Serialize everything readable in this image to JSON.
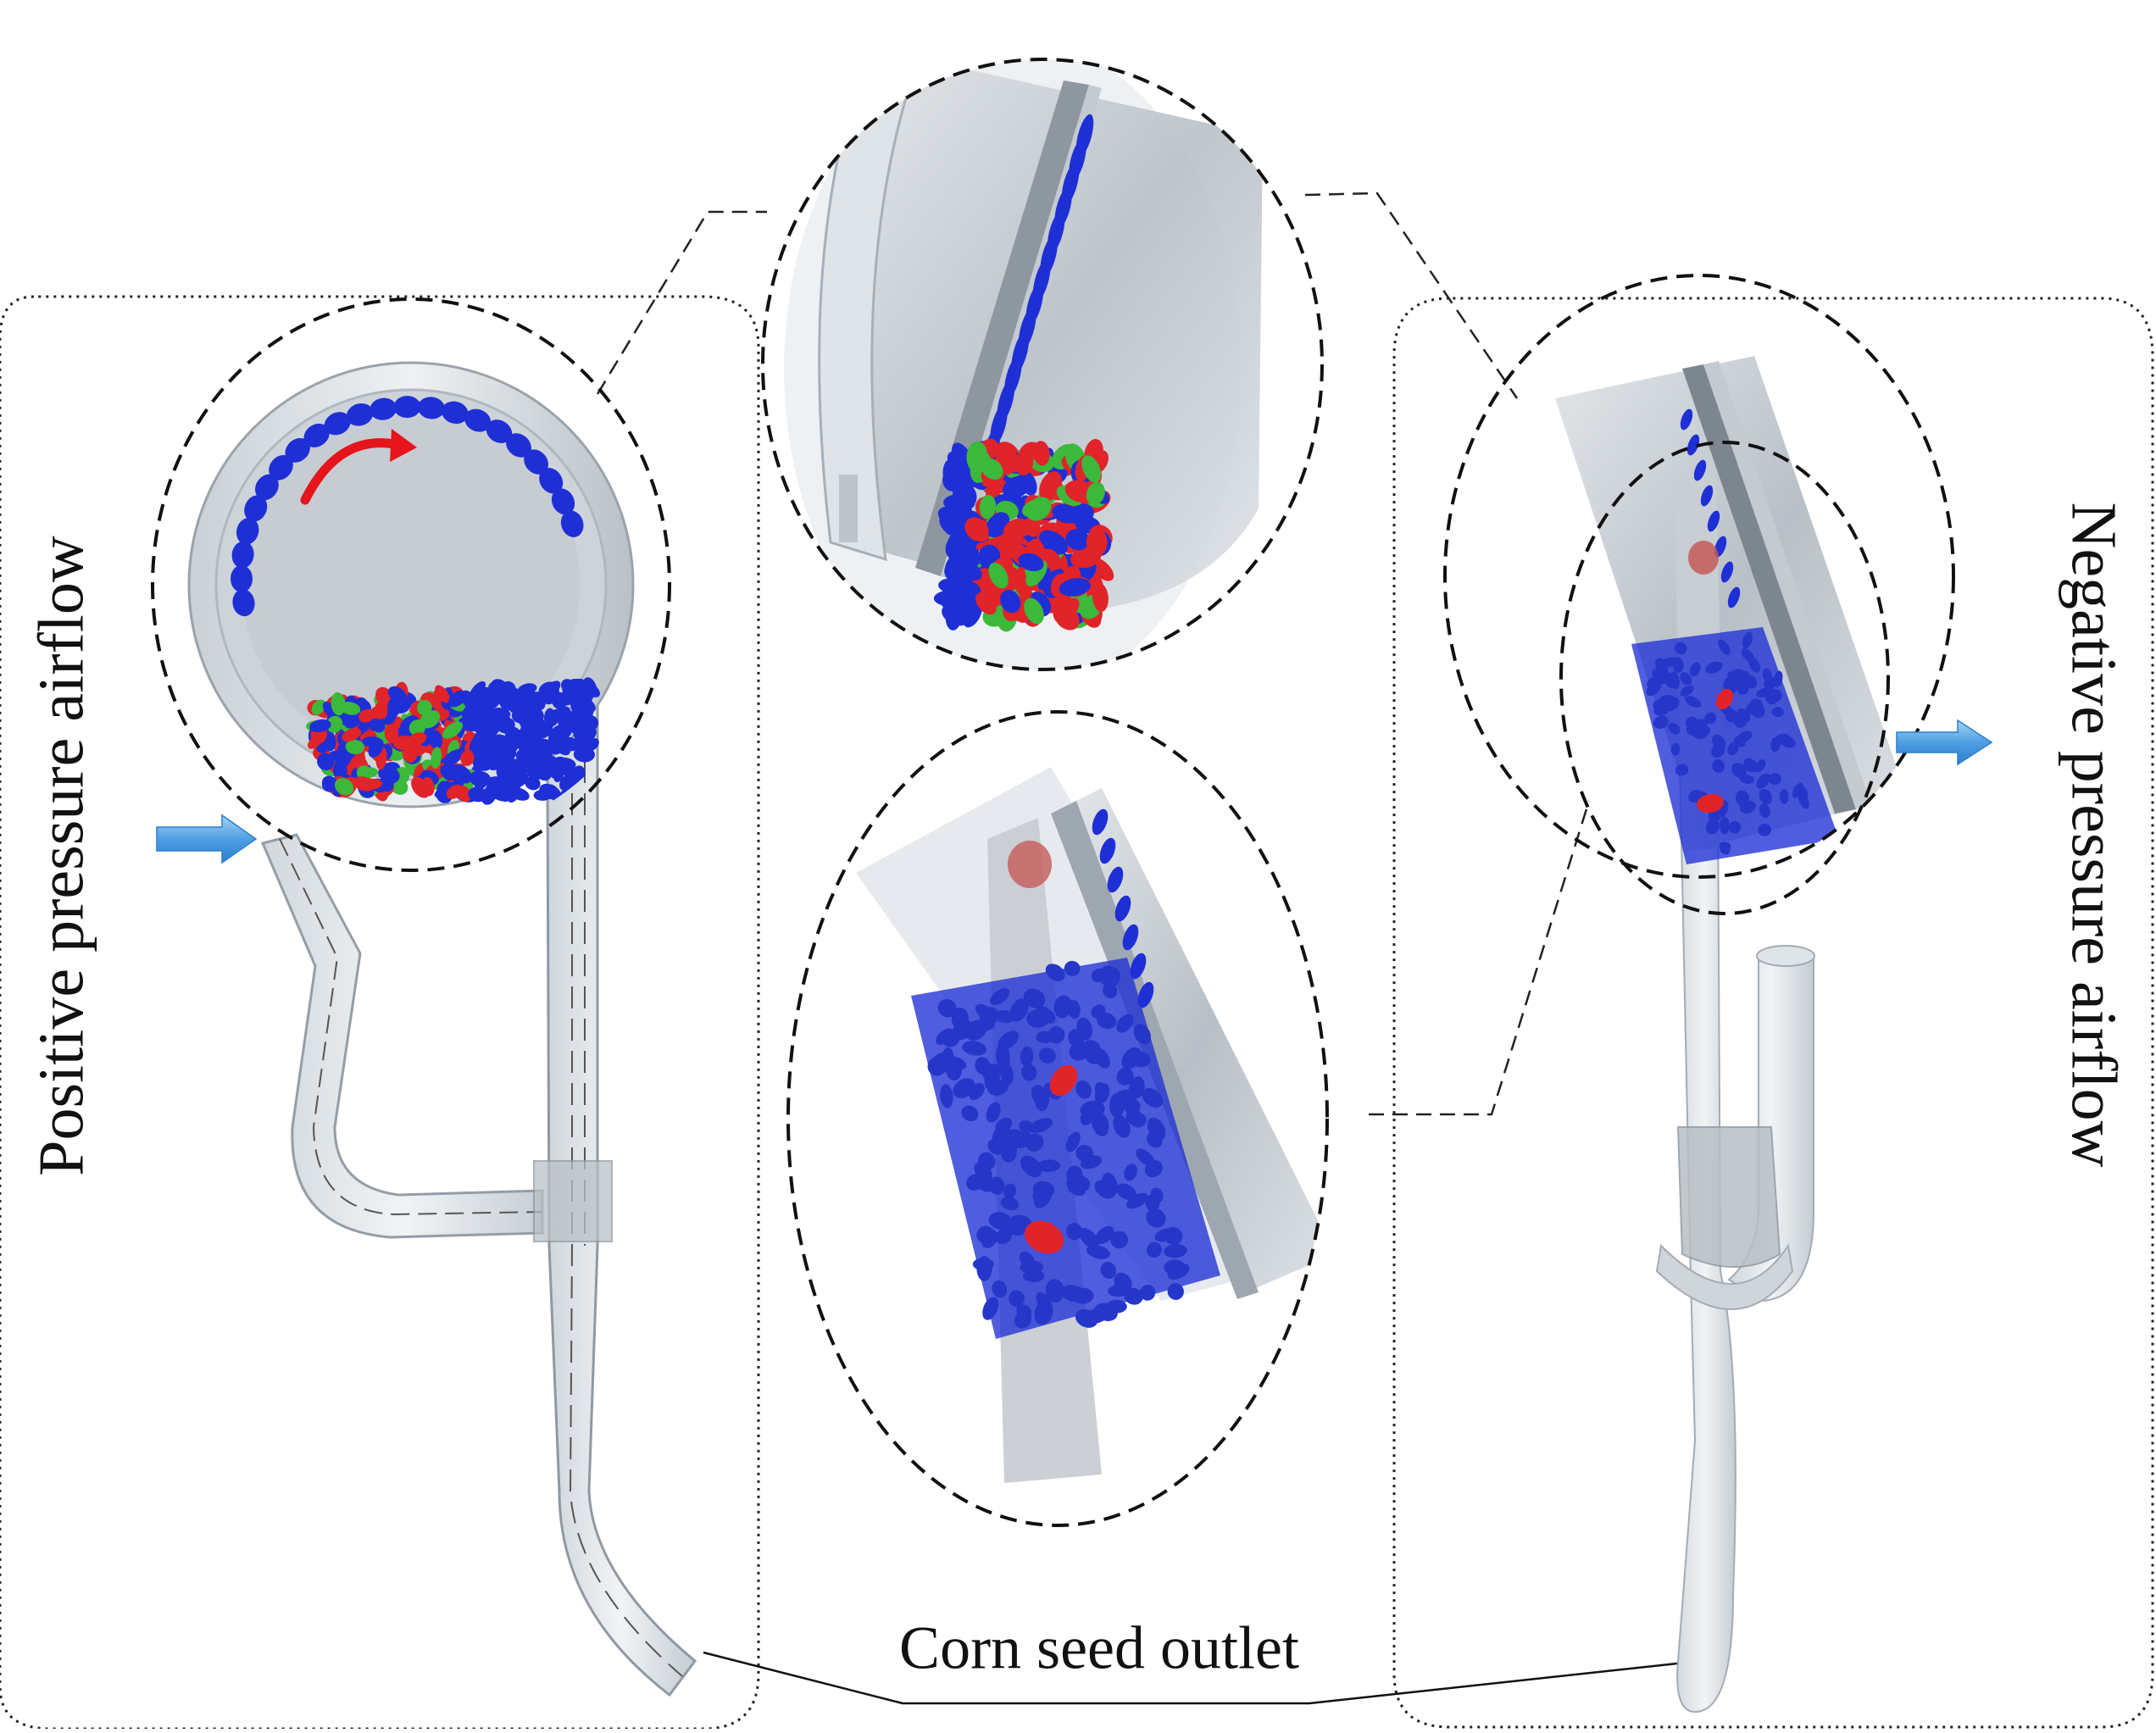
{
  "labels": {
    "positive_airflow": "Positive pressure airflow",
    "negative_airflow": "Negative pressure airflow",
    "seed_outlet": "Corn seed outlet"
  },
  "colors": {
    "seed_blue": "#1f2fd6",
    "seed_red": "#e0242a",
    "seed_green": "#3cb83a",
    "rotation_arrow": "#e5151b",
    "airflow_arrow": "#5aa8e8",
    "housing": "#d3d9de",
    "tube": "#e6ebef",
    "outline": "#111111"
  },
  "icons": {
    "rotation": "curved-arrow-icon",
    "airflow_in": "right-arrow-icon",
    "airflow_out": "right-arrow-icon"
  }
}
